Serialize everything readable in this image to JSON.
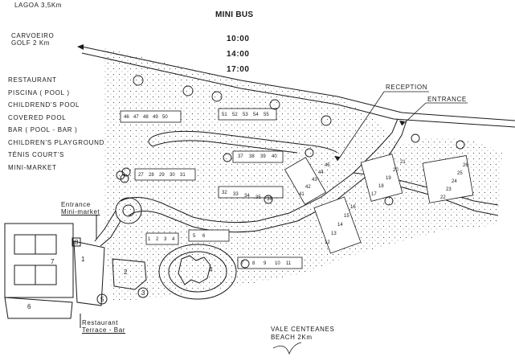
{
  "minibus": {
    "title": "MINI BUS",
    "times": [
      "10:00",
      "14:00",
      "17:00"
    ]
  },
  "directions": {
    "lagoa": "LAGOA 3,5Km",
    "carvoeiro_line1": "CARVOEIRO",
    "carvoeiro_line2": "GOLF  2 Km",
    "beach_line1": "VALE  CENTEANES",
    "beach_line2": "BEACH         2Km"
  },
  "legend": [
    "RESTAURANT",
    "PISCINA ( POOL )",
    "CHILDREND'S  POOL",
    "COVERED  POOL",
    "BAR  ( POOL - BAR )",
    "CHILDREN'S  PLAYGROUND",
    "TÉNIS  COURT'S",
    "MINI-MARKET"
  ],
  "labels": {
    "reception": "RECEPTION",
    "entrance": "ENTRANCE",
    "entrance_mini_line1": "Entrance",
    "entrance_mini_line2": "Mini-market",
    "restaurant_line1": "Restaurant",
    "restaurant_line2": "Terrace - Bar"
  },
  "facility_numbers": [
    "1",
    "2",
    "3",
    "4",
    "5",
    "6",
    "7",
    "8"
  ],
  "villa_numbers": {
    "row46_50": [
      "46",
      "47",
      "48",
      "49",
      "50"
    ],
    "row51_55": [
      "51",
      "52",
      "53",
      "54",
      "55"
    ],
    "row27_31": [
      "27",
      "28",
      "29",
      "30",
      "31"
    ],
    "row37_40": [
      "37",
      "38",
      "39",
      "40"
    ],
    "row32_36": [
      "32",
      "33",
      "34",
      "35",
      "36"
    ],
    "row41_45": [
      "41",
      "42",
      "43",
      "44",
      "45"
    ],
    "row1_4": [
      "1",
      "2",
      "3",
      "4"
    ],
    "row5_6": [
      "5",
      "6"
    ],
    "row7_11": [
      "7",
      "8",
      "9",
      "10",
      "11"
    ],
    "row12_16": [
      "12",
      "13",
      "14",
      "15",
      "16"
    ],
    "row17_21": [
      "17",
      "18",
      "19",
      "20",
      "21"
    ],
    "row22_26": [
      "22",
      "23",
      "24",
      "25",
      "26"
    ]
  },
  "colors": {
    "ink": "#1a1a1a",
    "paper": "#ffffff"
  }
}
